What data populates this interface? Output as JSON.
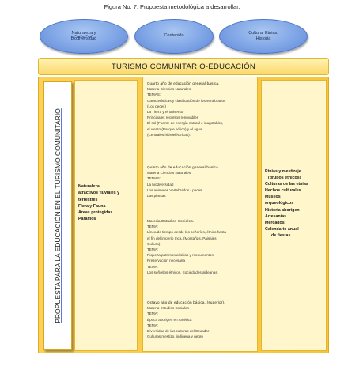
{
  "figure_title": "Figura No. 7. Propuesta metodológica a desarrollar.",
  "ellipses": [
    {
      "lines": [
        "Naturaleza   y",
        "biodiversidad"
      ]
    },
    {
      "lines": [
        "Contenido"
      ]
    },
    {
      "lines": [
        "Cultura,   Etnias,",
        "Historia"
      ]
    }
  ],
  "banner": "TURISMO COMUNITARIO-EDUCACIÓN",
  "vertical_label": "PROPUESTA  PARA LA EDUCACIÓN EN EL TURISMO  COMUNITARIO",
  "nature_items": [
    "Naturaleza,",
    "atractivos   fluviales  y",
    "terrestres",
    "Flora y Fauna",
    "Áreas  protegidas",
    "Páramos"
  ],
  "sections": [
    {
      "lines": [
        "Cuarto año de educación general básica.",
        "Materia Ciencias Naturales",
        "TEMAS:",
        "Características   y clasificación   de los vertebrados",
        "(Los peces)",
        "La Tierra  y el universo",
        "Principales   recursos   renovables",
        "El sol  (Fuente de energía  natural e inagotable),",
        "el viento  (Parque eólico)  y el agua",
        "(Centrales  hidroeléctricas)."
      ]
    },
    {
      "lines": [
        "Quinto año de educación general básica",
        "Materia Ciencias Naturales.",
        "TEMAS:",
        "La biodiversidad",
        "Los animales  Vertebrados - peces",
        "Las plantas"
      ]
    },
    {
      "lines": [
        "Materia Estudios Sociales.",
        "TEMA:",
        "Línea de tiempo  desde  los  señoríos,  étnico  hasta",
        "el fin del  imperio  Inca.  (Montañas, Paisajes,",
        "Cultura).",
        "TEMA:",
        "Riqueza   patrimonial   sitios  y monumentos.",
        "Preservación   necesaria",
        "TEMA:",
        "Los señoríos   étnicos.   Sociedades  aldeanas."
      ]
    },
    {
      "lines": [
        "Octavo año de educación básica. (superior).",
        "Materia Estudios Sociales",
        "TEMA:",
        "Época  aborigen  en América",
        "TEMA:",
        "Diversidad  de las culturas  del Ecuador",
        "Culturas   mestizo,  indígena  y negro"
      ]
    }
  ],
  "culture_items": [
    "Etnias  y  mestizaje",
    "(grupos  étnicos)",
    "Culturas  de las  etnias",
    "Hechos culturales.",
    "Museos",
    "arqueológicos",
    "Historia  aborigen",
    "Artesanías",
    "Mercados",
    "Calendario  anual",
    "de  fiestas"
  ]
}
